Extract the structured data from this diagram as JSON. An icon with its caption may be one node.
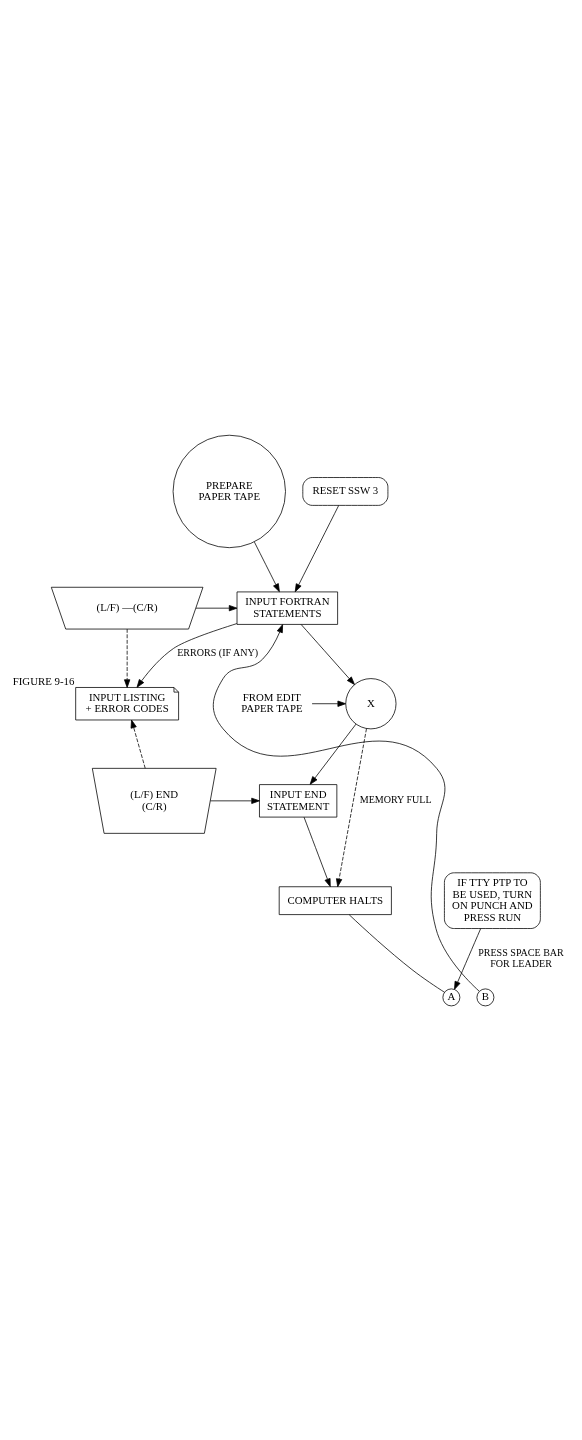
{
  "diagram": {
    "nodes": [
      {
        "text": [
          "PREPARE PAPER TAPE"
        ]
      },
      {
        "text": [
          "RESET SSW 3"
        ]
      },
      {
        "text": [
          "(L/F) —(C/R)"
        ]
      },
      {
        "text": [
          "INPUT FORTRAN STATEMENTS"
        ]
      },
      {
        "text": [
          "INPUT LISTING + ERROR CODES"
        ],
        "beside": [
          "FIGURE 9-16"
        ]
      },
      {
        "text": [
          "X"
        ]
      },
      {
        "text": [
          "FROM EDIT",
          "PAPER TAPE"
        ]
      },
      {
        "text": [
          "(L/F) END (C/R)"
        ]
      },
      {
        "text": [
          "INPUT END STATEMENT"
        ]
      },
      {
        "text": [
          "COMPUTER HALTS"
        ]
      },
      {
        "text": [
          "IF TTY PTP TO BE USED, TURN ON PUNCH AND PRESS RUN"
        ]
      },
      {
        "text": [
          "A"
        ]
      },
      {
        "text": [
          "B"
        ]
      }
    ],
    "edges": [
      {
        "from": 0,
        "to": 3,
        "arrow": "to"
      },
      {
        "from": 1,
        "to": 3,
        "arrow": "to"
      },
      {
        "from": 2,
        "to": 3,
        "arrow": "to"
      },
      {
        "from": 2,
        "to": 4,
        "arrow": "to",
        "style": "dashed"
      },
      {
        "from": 3,
        "to": 4,
        "arrow": "to",
        "label": "ERRORS (IF ANY)"
      },
      {
        "from": 3,
        "to": 5,
        "arrow": "to"
      },
      {
        "from": 6,
        "to": 5,
        "arrow": "to"
      },
      {
        "from": 5,
        "to": 8,
        "arrow": "to"
      },
      {
        "from": 7,
        "to": 8,
        "arrow": "to"
      },
      {
        "from": 7,
        "to": 4,
        "arrow": "to",
        "style": "dashed"
      },
      {
        "from": 5,
        "to": 9,
        "arrow": "to",
        "style": "dashed",
        "label": "MEMORY FULL"
      },
      {
        "from": 8,
        "to": 9,
        "arrow": "to"
      },
      {
        "from": 9,
        "to": 11,
        "arrow": "none"
      },
      {
        "from": 10,
        "to": 11,
        "arrow": "to",
        "label": "PRESS SPACE BAR FOR LEADER"
      },
      {
        "from": 12,
        "to": 3,
        "arrow": "to"
      }
    ]
  }
}
